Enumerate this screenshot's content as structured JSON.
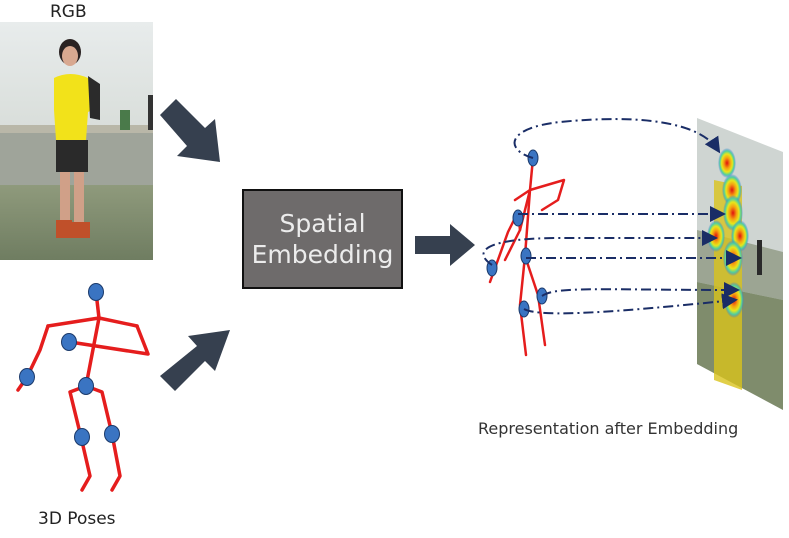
{
  "labels": {
    "rgb": "RGB",
    "poses": "3D Poses",
    "representation": "Representation after Embedding"
  },
  "embedding_box": {
    "line1": "Spatial",
    "line2": "Embedding"
  },
  "colors": {
    "arrow": "#36404f",
    "skeleton": "#e51d1d",
    "joint": "#3a74c2",
    "box": "#6e6b6b",
    "link": "#1a2d66"
  }
}
